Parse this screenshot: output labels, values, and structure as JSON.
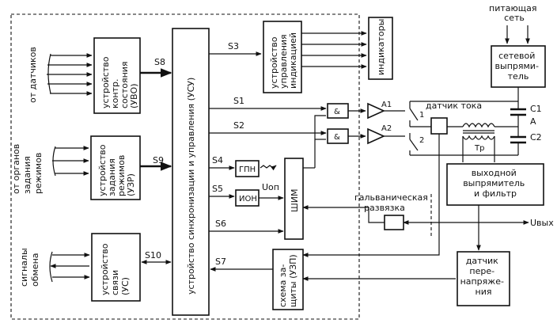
{
  "blocks": {
    "uvo": [
      "устройство",
      "контр.",
      "состояния",
      "(УВО)"
    ],
    "uzr": [
      "устройство",
      "задания",
      "режимов",
      "(УЗР)"
    ],
    "us": [
      "устройство",
      "связи",
      "(УС)"
    ],
    "usu": "устройство  синхронизации  и  управления (УСУ)",
    "indicator_ctrl": [
      "устройство",
      "управления",
      "индикацией"
    ],
    "indicators": "индикаторы",
    "gpn": "ГПН",
    "ion": "ИОН",
    "shim": "ШИМ",
    "uzp": [
      "схема за-",
      "щиты (УЗП)"
    ],
    "rectifier_in": [
      "сетевой",
      "выпрями-",
      "тель"
    ],
    "rectifier_out": [
      "выходной",
      "выпрямитель",
      "и фильтр"
    ],
    "overvoltage_sensor": [
      "датчик",
      "пере-",
      "напряже-",
      "ния"
    ],
    "and_gate": "&"
  },
  "inputs": {
    "sensors": "от датчиков",
    "mode_organs": [
      "от органов",
      "задания",
      "режимов"
    ],
    "exchange": [
      "сигналы",
      "обмена"
    ]
  },
  "signals": {
    "s1": "S1",
    "s2": "S2",
    "s3": "S3",
    "s4": "S4",
    "s5": "S5",
    "s6": "S6",
    "s7": "S7",
    "s8": "S8",
    "s9": "S9",
    "s10": "S10"
  },
  "labels": {
    "supply_net": [
      "питающая",
      "сеть"
    ],
    "current_sensor": "датчик тока",
    "galvanic": [
      "гальваническая",
      "развязка"
    ],
    "uop": "Uоп",
    "uout": "Uвых",
    "c1": "C1",
    "a": "A",
    "c2": "C2",
    "tp": "Тр",
    "a1": "A1",
    "a2": "A2",
    "sw1": "1",
    "sw2": "2"
  }
}
